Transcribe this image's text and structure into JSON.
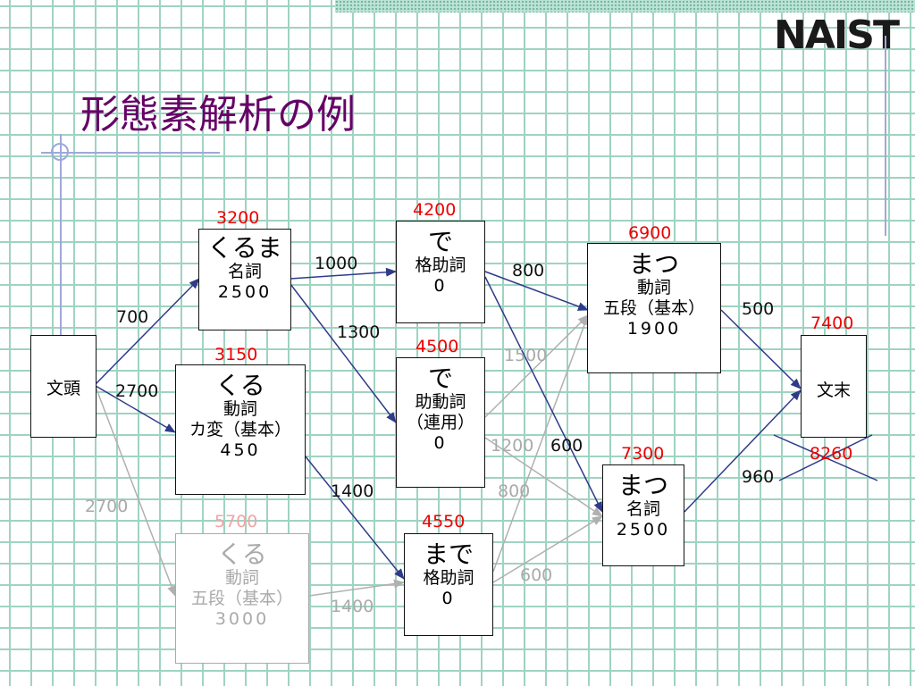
{
  "slide": {
    "title": "形態素解析の例",
    "logo": "NAIST"
  },
  "colors": {
    "active_edge": "#2e3b8a",
    "inactive_edge": "#b0b0b0",
    "score": "#ee0000",
    "title": "#660066"
  },
  "nodes": {
    "bunto": {
      "word": "文頭"
    },
    "kuruma_noun": {
      "word": "くるま",
      "pos": "名詞",
      "cost": "2500",
      "score": "3200"
    },
    "kuru_kahen": {
      "word": "くる",
      "pos": "動詞",
      "conj": "カ変（基本）",
      "cost": "450",
      "score": "3150"
    },
    "kuru_godan": {
      "word": "くる",
      "pos": "動詞",
      "conj": "五段（基本）",
      "cost": "3000",
      "score": "5700"
    },
    "de_case": {
      "word": "で",
      "pos": "格助詞",
      "cost": "0",
      "score": "4200"
    },
    "de_aux": {
      "word": "で",
      "pos": "助動詞",
      "conj": "（連用）",
      "cost": "0",
      "score": "4500"
    },
    "made_case": {
      "word": "まで",
      "pos": "格助詞",
      "cost": "0",
      "score": "4550"
    },
    "matsu_verb": {
      "word": "まつ",
      "pos": "動詞",
      "conj": "五段（基本）",
      "cost": "1900",
      "score": "6900"
    },
    "matsu_noun": {
      "word": "まつ",
      "pos": "名詞",
      "cost": "2500",
      "score": "7300"
    },
    "bunmatsu": {
      "word": "文末",
      "score": "7400",
      "rejected_score": "8260"
    }
  },
  "edges": {
    "bunto_kuruma": "700",
    "bunto_kuru_kahen": "2700",
    "bunto_kuru_godan": "2700",
    "kuruma_de_case": "1000",
    "kuruma_de_aux": "1300",
    "kuru_kahen_made": "1400",
    "kuru_godan_made": "1400",
    "de_case_matsu_verb": "800",
    "de_case_matsu_noun": "600",
    "de_aux_matsu_verb": "1500",
    "de_aux_matsu_noun": "1200",
    "made_matsu_verb": "800",
    "made_matsu_noun": "600",
    "matsu_verb_bunmatsu": "500",
    "matsu_noun_bunmatsu": "960"
  }
}
